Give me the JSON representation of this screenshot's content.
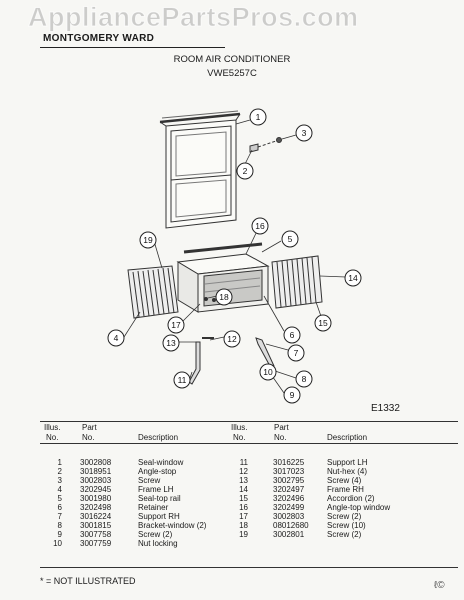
{
  "watermark": "AppliancePartsPros.com",
  "brand": "MONTGOMERY WARD",
  "title": "ROOM AIR CONDITIONER",
  "model": "VWE5257C",
  "diagram_id": "E1332",
  "callouts": [
    "1",
    "2",
    "3",
    "4",
    "5",
    "6",
    "7",
    "8",
    "9",
    "10",
    "11",
    "12",
    "13",
    "14",
    "15",
    "16",
    "17",
    "18",
    "19"
  ],
  "table": {
    "left_headers": {
      "illus": "Illus.",
      "no": "No.",
      "part": "Part",
      "part_no": "No.",
      "description": "Description"
    },
    "right_headers": {
      "illus": "Illus.",
      "no": "No.",
      "part": "Part",
      "part_no": "No.",
      "description": "Description"
    },
    "left_rows": [
      {
        "illus": "1",
        "part_no": "3002808",
        "description": "Seal-window"
      },
      {
        "illus": "2",
        "part_no": "3018951",
        "description": "Angle-stop"
      },
      {
        "illus": "3",
        "part_no": "3002803",
        "description": "Screw"
      },
      {
        "illus": "4",
        "part_no": "3202945",
        "description": "Frame LH"
      },
      {
        "illus": "5",
        "part_no": "3001980",
        "description": "Seal-top rail"
      },
      {
        "illus": "6",
        "part_no": "3202498",
        "description": "Retainer"
      },
      {
        "illus": "7",
        "part_no": "3016224",
        "description": "Support RH"
      },
      {
        "illus": "8",
        "part_no": "3001815",
        "description": "Bracket-window (2)"
      },
      {
        "illus": "9",
        "part_no": "3007758",
        "description": "Screw (2)"
      },
      {
        "illus": "10",
        "part_no": "3007759",
        "description": "Nut locking"
      }
    ],
    "right_rows": [
      {
        "illus": "11",
        "part_no": "3016225",
        "description": "Support LH"
      },
      {
        "illus": "12",
        "part_no": "3017023",
        "description": "Nut-hex (4)"
      },
      {
        "illus": "13",
        "part_no": "3002795",
        "description": "Screw (4)"
      },
      {
        "illus": "14",
        "part_no": "3202497",
        "description": "Frame RH"
      },
      {
        "illus": "15",
        "part_no": "3202496",
        "description": "Accordion (2)"
      },
      {
        "illus": "16",
        "part_no": "3202499",
        "description": "Angle-top window"
      },
      {
        "illus": "17",
        "part_no": "3002803",
        "description": "Screw (2)"
      },
      {
        "illus": "18",
        "part_no": "08012680",
        "description": "Screw (10)"
      },
      {
        "illus": "19",
        "part_no": "3002801",
        "description": "Screw (2)"
      }
    ]
  },
  "footnote": "* = NOT ILLUSTRATED",
  "corner_mark": "ℓ©"
}
